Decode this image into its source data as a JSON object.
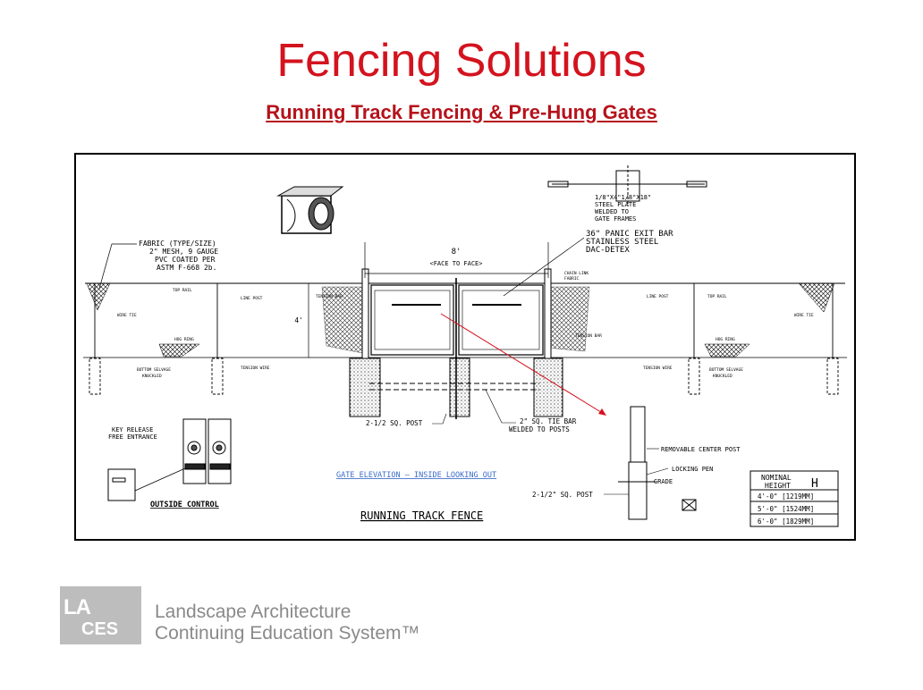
{
  "slide": {
    "title": "Fencing Solutions",
    "subtitle": "Running Track Fencing & Pre-Hung Gates",
    "accent_color": "#d3131e"
  },
  "drawing": {
    "title": "RUNNING TRACK FENCE",
    "gate_elevation": "GATE ELEVATION – INSIDE LOOKING OUT",
    "outside_control": "OUTSIDE CONTROL",
    "key_release_1": "KEY RELEASE",
    "key_release_2": "FREE ENTRANCE",
    "fabric_1": "FABRIC (TYPE/SIZE)",
    "fabric_2": "2\" MESH, 9 GAUGE",
    "fabric_3": "PVC COATED PER",
    "fabric_4": "ASTM F-668 2b.",
    "width_dim": "8'",
    "face_to_face": "<FACE TO FACE>",
    "height_dim": "4'",
    "panic_1": "36\" PANIC EXIT BAR",
    "panic_2": "STAINLESS STEEL",
    "panic_3": "DAC-DETEX",
    "plate_1": "1/8\"X4\"1/8\"X18\"",
    "plate_2": "STEEL PLATE",
    "plate_3": "WELDED TO",
    "plate_4": "GATE FRAMES",
    "post_label": "2-1/2 SQ. POST",
    "tie_bar_1": "2\" SQ. TIE BAR",
    "tie_bar_2": "WELDED TO POSTS",
    "removable_post": "REMOVABLE CENTER POST",
    "locking_pin": "LOCKING PEN",
    "grade": "GRADE",
    "center_post": "2-1/2\" SQ. POST",
    "small": {
      "top_rail_l": "TOP RAIL",
      "line_post_l": "LINE POST",
      "tension_bar_l": "TENSION BAR",
      "wire_tie_l": "WIRE TIE",
      "hog_ring_l": "HOG RING",
      "bottom_selvage_l": "BOTTOM SELVAGE",
      "knuckled_l": "KNUCKLED",
      "tension_wire_l": "TENSION WIRE",
      "chain_link": "CHAIN LINK",
      "fabric": "FABRIC",
      "tension_bar_r": "TENSION BAR",
      "line_post_r": "LINE POST",
      "top_rail_r": "TOP RAIL",
      "wire_tie_r": "WIRE TIE",
      "hog_ring_r": "HOG RING",
      "tension_wire_r": "TENSION WIRE",
      "bottom_selvage_r": "BOTTOM SELVAGE",
      "knuckled_r": "KNUCKLED"
    },
    "table": {
      "header_1": "NOMINAL",
      "header_2": "HEIGHT",
      "header_h": "H",
      "rows": [
        "4'-0\" [1219MM]",
        "5'-0\" [1524MM]",
        "6'-0\" [1829MM]"
      ]
    }
  },
  "logo": {
    "la": "LA",
    "ces": "CES",
    "line1": "Landscape Architecture",
    "line2": "Continuing Education System™"
  }
}
